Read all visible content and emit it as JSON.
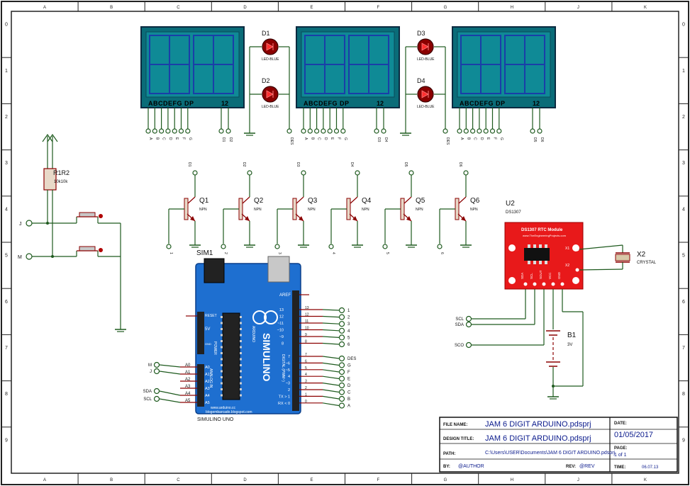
{
  "frame": {
    "cols": [
      "A",
      "B",
      "C",
      "D",
      "E",
      "F",
      "G",
      "H",
      "J",
      "K"
    ],
    "rows": [
      "0",
      "1",
      "2",
      "3",
      "4",
      "5",
      "6",
      "7",
      "8",
      "9"
    ]
  },
  "displays": {
    "segment_row": "ABCDEFG DP",
    "digit_label": "12",
    "pins": [
      "A",
      "B",
      "C",
      "D",
      "E",
      "F",
      "G"
    ],
    "left_digit_pins": [
      [
        "D1",
        "D2"
      ],
      [
        "D3",
        "D4"
      ],
      [
        "D5",
        "D6"
      ]
    ],
    "des": "DES"
  },
  "leds": [
    {
      "ref": "D1",
      "type": "LED-BLUE"
    },
    {
      "ref": "D2",
      "type": "LED-BLUE"
    },
    {
      "ref": "D3",
      "type": "LED-BLUE"
    },
    {
      "ref": "D4",
      "type": "LED-BLUE"
    }
  ],
  "resistors": {
    "ref": "R1R2",
    "value": "10k10k"
  },
  "switches": {
    "j": "J",
    "m": "M"
  },
  "transistors": [
    {
      "ref": "Q1",
      "type": "NPN",
      "top": "D1",
      "base": "1"
    },
    {
      "ref": "Q2",
      "type": "NPN",
      "top": "D2",
      "base": "2"
    },
    {
      "ref": "Q3",
      "type": "NPN",
      "top": "D3",
      "base": "3"
    },
    {
      "ref": "Q4",
      "type": "NPN",
      "top": "D4",
      "base": "4"
    },
    {
      "ref": "Q5",
      "type": "NPN",
      "top": "D5",
      "base": "5"
    },
    {
      "ref": "Q6",
      "type": "NPN",
      "top": "D6",
      "base": "6"
    }
  ],
  "arduino": {
    "ref": "SIM1",
    "name": "SIMULINO UNO",
    "board_text": "SIMULINO",
    "sub_text": "ARDUINO",
    "aref": "AREF",
    "reset": "RESET",
    "v5": "5V",
    "gnd": "GND",
    "power": "POWER",
    "analog": "ANALOG IN",
    "digital": "DIGITAL (PWM~)",
    "url1": "www.arduino.cc",
    "url2": "blogembarcado.blogspot.com",
    "analog_pins": [
      "A0",
      "A1",
      "A2",
      "A3",
      "A4",
      "A5"
    ],
    "analog_nets": [
      "M",
      "J",
      "",
      "",
      "SDA",
      "SCL"
    ],
    "upper_pin_labels": [
      "13",
      "12",
      "~11",
      "~10",
      "~9",
      "8"
    ],
    "upper_pin_nums": [
      "13",
      "12",
      "11",
      "10",
      "9",
      "8"
    ],
    "upper_nets": [
      "1",
      "2",
      "3",
      "4",
      "5",
      "6"
    ],
    "lower_pin_labels": [
      "7",
      "~6",
      "~5",
      "4",
      "~3",
      "2",
      "TX > 1",
      "RX < 0"
    ],
    "lower_pin_nums": [
      "7",
      "6",
      "5",
      "4",
      "3",
      "2",
      "1",
      "0"
    ],
    "lower_nets": [
      "DES",
      "G",
      "F",
      "E",
      "D",
      "C",
      "B",
      "A"
    ]
  },
  "rtc": {
    "ref": "U2",
    "type": "DS1307",
    "title": "DS1307 RTC Module",
    "url": "www.TheEngineeringProjects.com",
    "pins": [
      "SDA",
      "SCL",
      "SOUT",
      "VCC",
      "GND"
    ],
    "x1": "X1",
    "x2": "X2",
    "nets": [
      "SCL",
      "SDA",
      "SCO"
    ]
  },
  "crystal": {
    "ref": "X2",
    "type": "CRYSTAL"
  },
  "battery": {
    "ref": "B1",
    "value": "3V"
  },
  "title_block": {
    "file_name_label": "FILE NAME:",
    "file_name": "JAM 6 DIGIT ARDUINO.pdsprj",
    "design_title_label": "DESIGN TITLE:",
    "design_title": "JAM 6 DIGIT ARDUINO.pdsprj",
    "path_label": "PATH:",
    "path": "C:\\Users\\USER\\Documents\\JAM 6 DIGIT ARDUINO.pdsprj",
    "by_label": "BY:",
    "by": "@AUTHOR",
    "rev_label": "REV:",
    "rev": "@REV",
    "date_label": "DATE:",
    "date": "01/05/2017",
    "page_label": "PAGE:",
    "page": "1    of    1",
    "time_label": "TIME:",
    "time": "06.07.13"
  },
  "colors": {
    "wire": "#1e5a1e",
    "component": "#8b0000",
    "display_bg": "#0a6c78",
    "arduino": "#1e6fd0",
    "rtc": "#e8191a"
  }
}
